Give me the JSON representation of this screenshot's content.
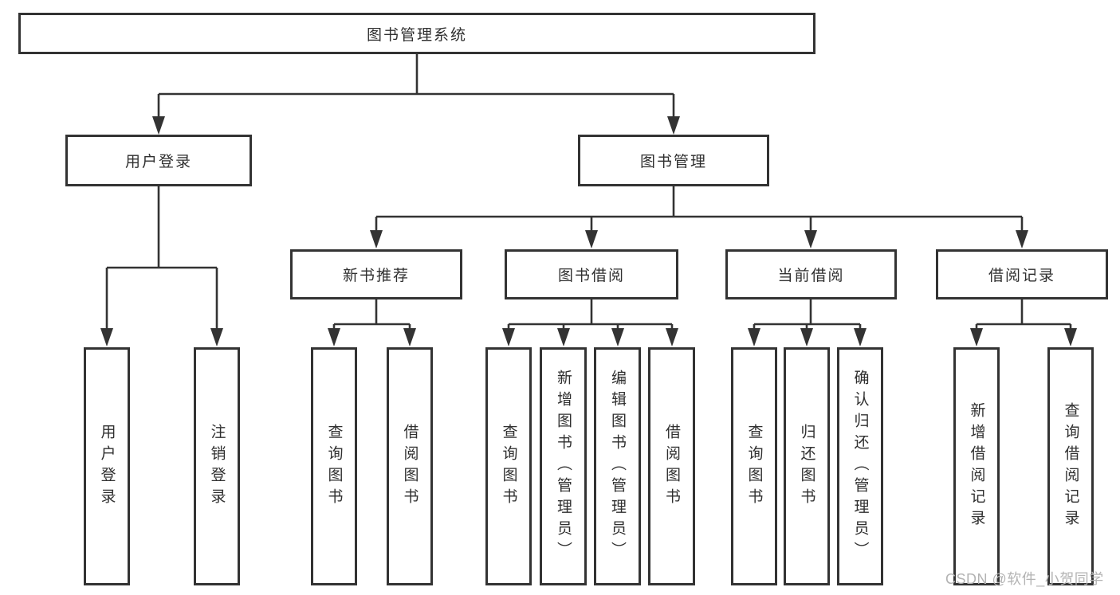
{
  "watermark": "CSDN @软件_小贺同学",
  "colors": {
    "line": "#333333",
    "box_border": "#333333",
    "text": "#2f2f2f",
    "watermark": "#b3b3b3",
    "background": "#ffffff"
  },
  "tree": {
    "root": {
      "label": "图书管理系统"
    },
    "branches": [
      {
        "label": "用户登录",
        "children": [
          {
            "label": "用户登录"
          },
          {
            "label": "注销登录"
          }
        ]
      },
      {
        "label": "图书管理",
        "children": [
          {
            "label": "新书推荐",
            "children": [
              {
                "label": "查询图书"
              },
              {
                "label": "借阅图书"
              }
            ]
          },
          {
            "label": "图书借阅",
            "children": [
              {
                "label": "查询图书"
              },
              {
                "label": "新增图书（管理员）"
              },
              {
                "label": "编辑图书（管理员）"
              },
              {
                "label": "借阅图书"
              }
            ]
          },
          {
            "label": "当前借阅",
            "children": [
              {
                "label": "查询图书"
              },
              {
                "label": "归还图书"
              },
              {
                "label": "确认归还（管理员）"
              }
            ]
          },
          {
            "label": "借阅记录",
            "children": [
              {
                "label": "新增借阅记录"
              },
              {
                "label": "查询借阅记录"
              }
            ]
          }
        ]
      }
    ]
  }
}
